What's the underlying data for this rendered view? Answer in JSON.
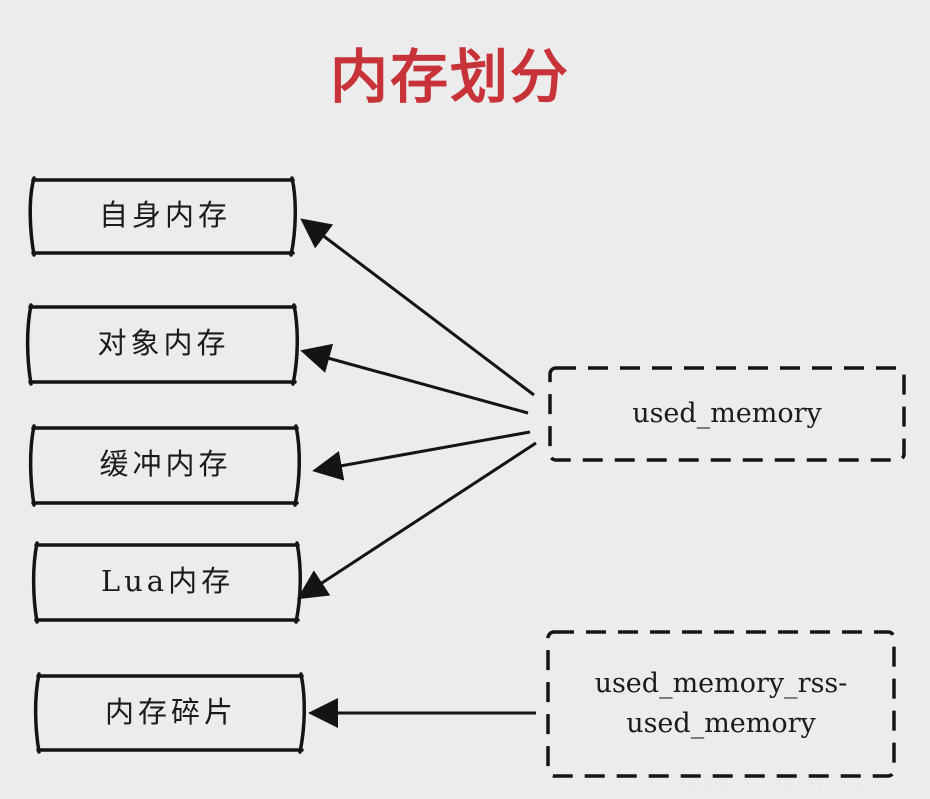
{
  "title": "内存划分",
  "colors": {
    "title": "#c8333a",
    "stroke": "#141414",
    "background": "#ececec"
  },
  "categories": [
    {
      "label": "自身内存"
    },
    {
      "label": "对象内存"
    },
    {
      "label": "缓冲内存"
    },
    {
      "label": "Lua内存"
    },
    {
      "label": "内存碎片"
    }
  ],
  "sources": [
    {
      "line1": "used_memory",
      "line2": ""
    },
    {
      "line1": "used_memory_rss-",
      "line2": "used_memory"
    }
  ],
  "watermark": "https://blog.csdn.net/m495096871"
}
